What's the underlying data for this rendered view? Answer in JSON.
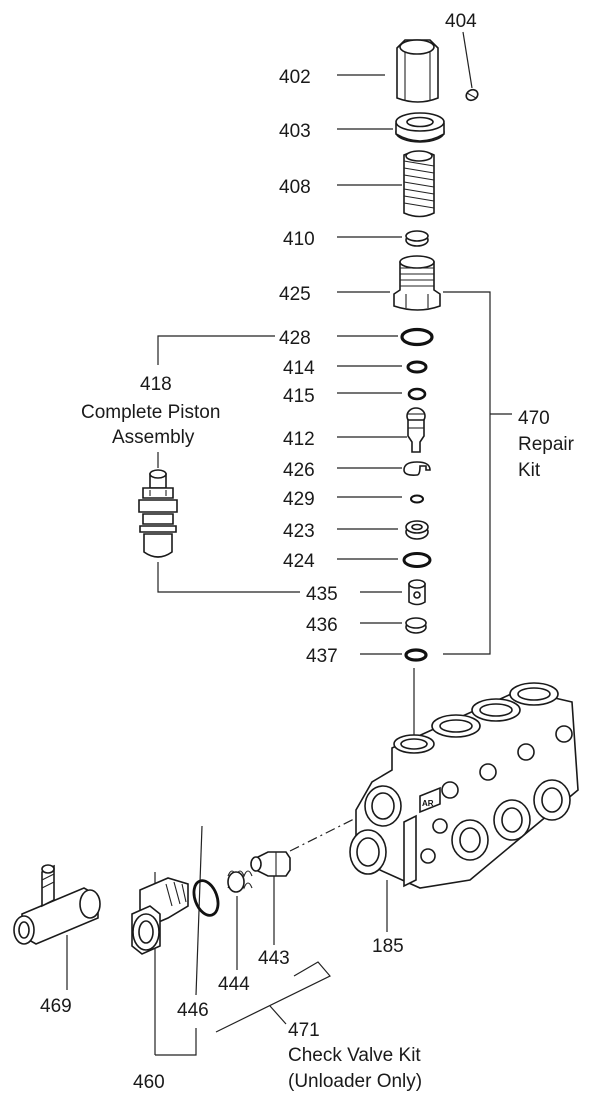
{
  "labels": {
    "p402": "402",
    "p404": "404",
    "p403": "403",
    "p408": "408",
    "p410": "410",
    "p425": "425",
    "p428": "428",
    "p414": "414",
    "p415": "415",
    "p412": "412",
    "p426": "426",
    "p429": "429",
    "p423": "423",
    "p424": "424",
    "p435": "435",
    "p436": "436",
    "p437": "437",
    "p418": "418",
    "p418_line1": "Complete Piston",
    "p418_line2": "Assembly",
    "p470": "470",
    "p470_line1": "Repair",
    "p470_line2": "Kit",
    "p185": "185",
    "p443": "443",
    "p444": "444",
    "p446": "446",
    "p469": "469",
    "p471": "471",
    "p471_line1": "Check Valve Kit",
    "p471_line2": "(Unloader Only)",
    "p460": "460",
    "brand": "AR"
  }
}
